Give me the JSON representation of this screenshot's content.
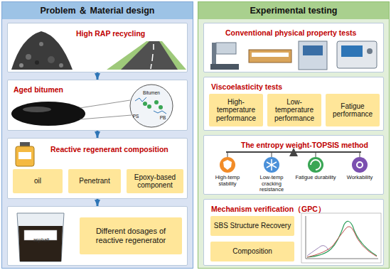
{
  "diagram": {
    "nodes": [
      {
        "text": [
          "Problem ＆ Material design"
        ]
      },
      {
        "text": [
          "High RAP recycling"
        ],
        "in": 0
      },
      {
        "text": [
          "Aged bitumen"
        ],
        "in": 0
      },
      {
        "text": [
          "Reactive regenerant composition"
        ],
        "in": 0
      },
      {
        "text": [
          "oil"
        ],
        "in": 3
      },
      {
        "text": [
          "Penetrant"
        ],
        "in": 3
      },
      {
        "text": [
          "Epoxy-based component"
        ],
        "in": 3
      },
      {
        "text": [
          "asphalt"
        ],
        "in": 0
      },
      {
        "text": [
          "Different dosages of reactive regenerator"
        ],
        "in": 7
      },
      {
        "text": [
          "Experimental testing"
        ]
      },
      {
        "text": [
          "Conventional physical property tests"
        ],
        "in": 9
      },
      {
        "text": [
          "Viscoelasticity tests"
        ],
        "in": 9
      },
      {
        "text": [
          "High-temperature performance"
        ],
        "in": 11
      },
      {
        "text": [
          "Low-temperature performance"
        ],
        "in": 11
      },
      {
        "text": [
          "Fatigue performance"
        ],
        "in": 11
      },
      {
        "text": [
          "The entropy weight-TOPSIS method"
        ],
        "in": 9
      },
      {
        "text": [
          "Mechanism verification（GPC）"
        ],
        "in": 9
      },
      {
        "text": [
          "SBS Structure Recovery"
        ],
        "in": 16
      },
      {
        "text": [
          "Composition"
        ],
        "in": 16
      }
    ],
    "edges": [
      {
        "from": 1,
        "to": 2,
        "arrow": "to"
      },
      {
        "from": 2,
        "to": 3,
        "arrow": "to"
      },
      {
        "from": 3,
        "to": 7,
        "arrow": "to"
      }
    ],
    "labels": [
      "Bitumen",
      "PS",
      "PB",
      "High-temp stability",
      "Low-temp cracking resistance",
      "Fatigue durability",
      "Workability"
    ]
  }
}
